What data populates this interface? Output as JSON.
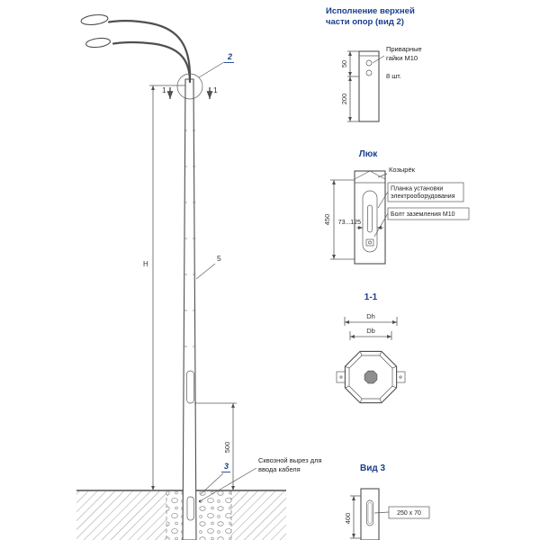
{
  "colors": {
    "accent_blue": "#1a3e8c",
    "line": "#4f4f4f"
  },
  "main": {
    "dim_H": "Н",
    "mark_1a": "1",
    "mark_1b": "1",
    "mark_2": "2",
    "mark_3": "3",
    "mark_5": "5",
    "dim_500": "500",
    "cable_note_line1": "Сквозной вырез для",
    "cable_note_line2": "ввода кабеля"
  },
  "detail_top": {
    "title_line1": "Исполнение верхней",
    "title_line2": "части опор (вид 2)",
    "label_nuts_line1": "Приварные",
    "label_nuts_line2": "гайки М10",
    "label_qty": "8 шт.",
    "dim_50": "50",
    "dim_200": "200"
  },
  "detail_hatch": {
    "title": "Люк",
    "label_visor": "Козырёк",
    "label_plate_line1": "Планка установки",
    "label_plate_line2": "электрооборудования",
    "label_bolt": "Болт заземления М10",
    "dim_450": "450",
    "dim_73_125": "73...125"
  },
  "detail_section": {
    "title": "1-1",
    "dim_dh": "Dh",
    "dim_db": "Db"
  },
  "detail_view3": {
    "title": "Вид 3",
    "dim_400": "400",
    "label_slot": "250 x 70"
  }
}
